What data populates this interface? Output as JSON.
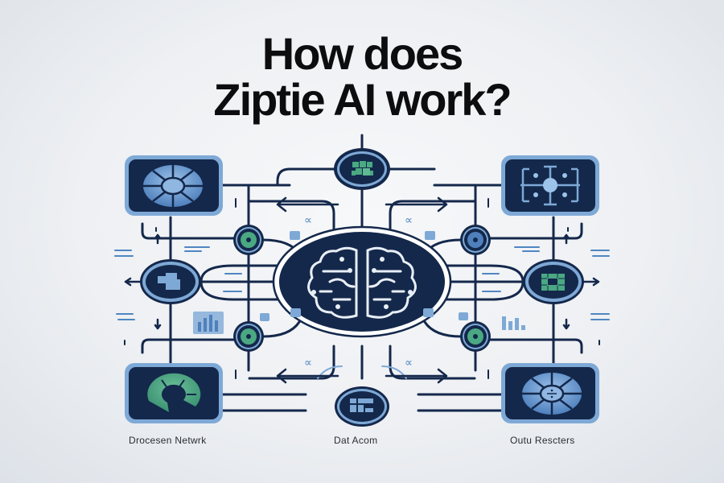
{
  "title": {
    "line1": "How does",
    "line2": "Ziptie AI work?"
  },
  "colors": {
    "navy": "#14284b",
    "light_blue": "#7ea9d6",
    "mid_blue": "#4f86c2",
    "green": "#4aa882",
    "line": "#14284b",
    "background": "#eef0f3"
  },
  "nodes": {
    "center": {
      "icon": "brain-circuit-icon"
    },
    "top": {
      "icon": "green-puzzle-icon"
    },
    "top_left_box": {
      "icon": "segmented-wheel-icon"
    },
    "top_right_box": {
      "icon": "circuit-grid-icon"
    },
    "left_circle": {
      "icon": "puzzle-piece-icon"
    },
    "right_circle": {
      "icon": "microchip-icon"
    },
    "bottom": {
      "icon": "blocks-icon",
      "label": "Dat Acom"
    },
    "bottom_left_box": {
      "icon": "pie-ring-icon",
      "label": "Drocesen Netwrk"
    },
    "bottom_right_box": {
      "icon": "segmented-wheel-divide-icon",
      "label": "Outu Rescters"
    },
    "small_circles": [
      {
        "position": "upper-left",
        "color": "green"
      },
      {
        "position": "upper-right",
        "color": "blue"
      },
      {
        "position": "lower-left",
        "color": "green"
      },
      {
        "position": "lower-right",
        "color": "green"
      }
    ]
  },
  "symbols": [
    "∝",
    "∝",
    "∝",
    "∝"
  ]
}
